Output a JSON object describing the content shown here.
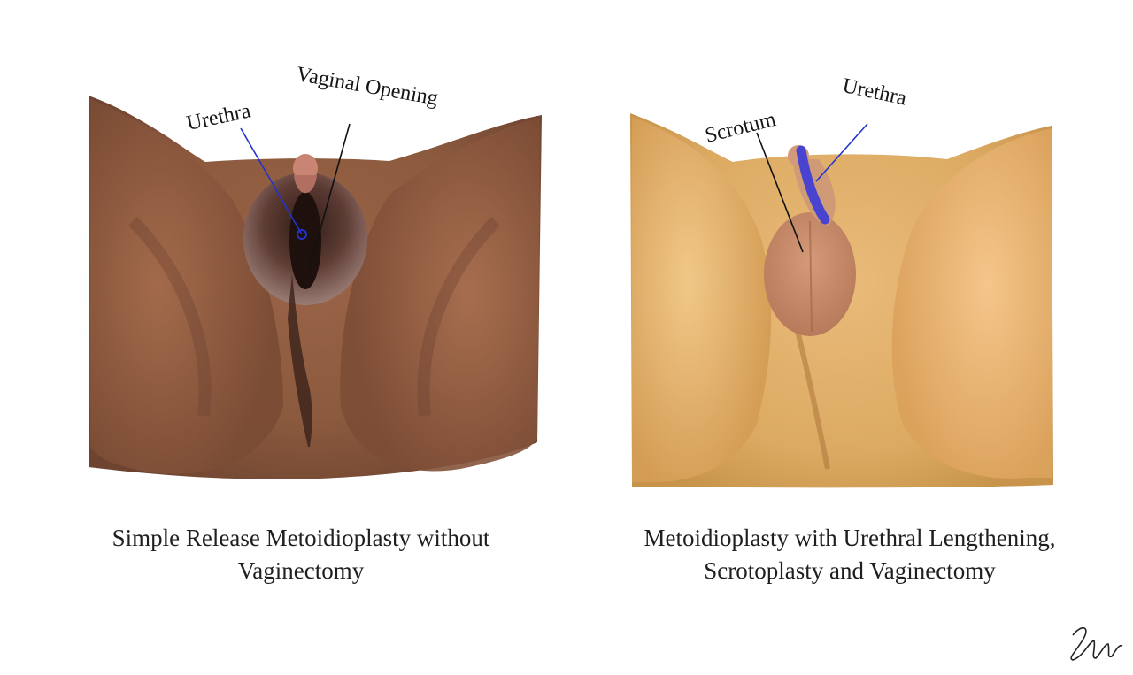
{
  "panels": {
    "left": {
      "caption_lines": [
        "Simple Release Metoidioplasty without",
        "Vaginectomy"
      ],
      "labels": {
        "urethra": "Urethra",
        "vaginal_opening": "Vaginal Opening"
      }
    },
    "right": {
      "caption_lines": [
        "Metoidioplasty with Urethral Lengthening,",
        "Scrotoplasty and Vaginectomy"
      ],
      "labels": {
        "scrotum": "Scrotum",
        "urethra": "Urethra"
      }
    }
  },
  "colors": {
    "skin_left": "#8f5a3f",
    "skin_right": "#e6b672",
    "urethra_highlight": "#3a3bd8",
    "label_text": "#151515",
    "pointer_black": "#111111",
    "pointer_blue": "#2233cc"
  },
  "signature": "Sam"
}
